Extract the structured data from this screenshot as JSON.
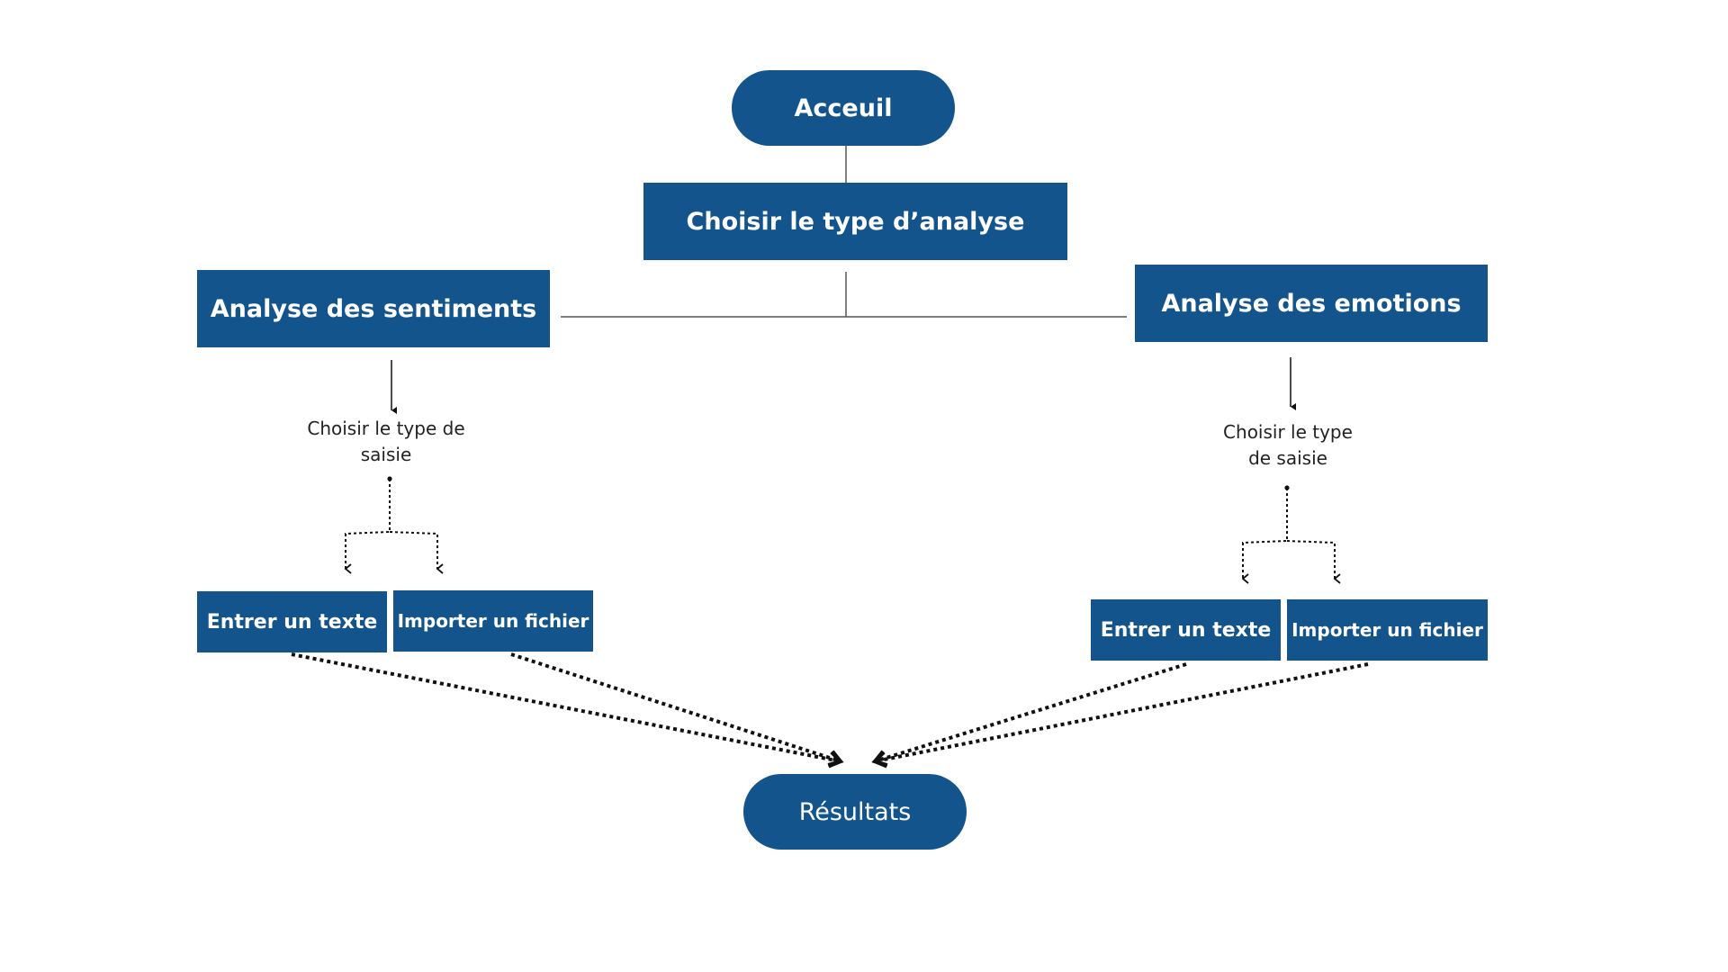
{
  "colors": {
    "node_fill": "#14548c",
    "node_text": "#ffffff",
    "solid_line": "#555555",
    "arrow_line": "#111111",
    "note_text": "#222222"
  },
  "nodes": {
    "accueil": "Acceuil",
    "choisir_analyse": "Choisir le type d’analyse",
    "sentiments": "Analyse des sentiments",
    "emotions": "Analyse des emotions",
    "left_entrer": "Entrer un texte",
    "left_importer": "Importer un fichier",
    "right_entrer": "Entrer un texte",
    "right_importer": "Importer un fichier",
    "resultats": "Résultats"
  },
  "notes": {
    "left": [
      "Choisir le type de",
      "saisie"
    ],
    "right": [
      "Choisir le type",
      "de saisie"
    ]
  }
}
